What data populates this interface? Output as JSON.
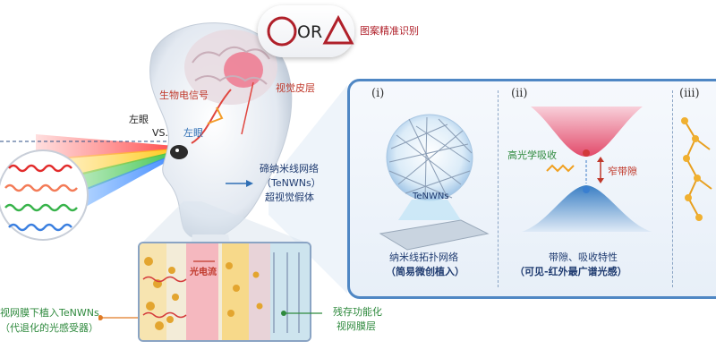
{
  "shape_box": {
    "or_text": "OR",
    "caption": "图案精准识别"
  },
  "labels": {
    "visual_cortex": "视觉皮层",
    "bio_signal": "生物电信号",
    "left_eye": "左眼",
    "vs": "VS.",
    "right_eye_label": "左眼",
    "tcnwns_line1": "碲纳米线网络",
    "tcnwns_line2": "（TeNWNs）",
    "tcnwns_line3": "超视觉假体",
    "photocurrent": "光电流",
    "retina_line1": "视网膜下植入TeNWNs",
    "retina_line2": "（代退化的光感受器）",
    "residual_line1": "残存功能化",
    "residual_line2": "视网膜层"
  },
  "panel": {
    "roman_1": "(i)",
    "roman_2": "(ii)",
    "roman_3": "(iii)",
    "sphere_label": "TeNWNs",
    "caption1_line1": "纳米线拓扑网络",
    "caption1_line2": "（简易微创植入）",
    "high_absorb": "高光学吸收",
    "narrow_gap": "窄带隙",
    "caption2_line1": "带隙、吸收特性",
    "caption2_line2": "（可见-红外最广谱光感）"
  },
  "colors": {
    "red_accent": "#c0392b",
    "panel_border": "#4f87c4",
    "green_text": "#3f8a2e",
    "navy_text": "#1f3b70"
  }
}
